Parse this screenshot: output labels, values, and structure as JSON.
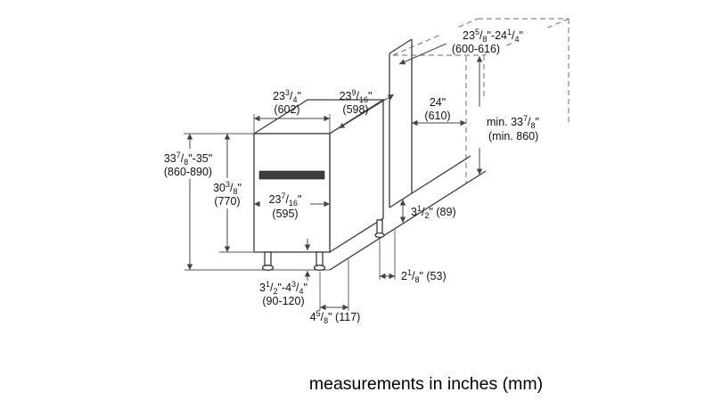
{
  "caption": "measurements in inches (mm)",
  "dims": {
    "counter_depth": {
      "in": "23 5/8\"-24 1/4\"",
      "mm": "(600-616)"
    },
    "width": {
      "in": "23 3/4\"",
      "mm": "(602)"
    },
    "depth": {
      "in": "23 9/16\"",
      "mm": "(598)"
    },
    "opening_width": {
      "in": "24\"",
      "mm": "(610)"
    },
    "opening_height": {
      "in": "min. 33 7/8\"",
      "mm": "(min. 860)"
    },
    "total_height": {
      "in": "33 7/8\"-35\"",
      "mm": "(860-890)"
    },
    "door_height": {
      "in": "30 3/8\"",
      "mm": "(770)"
    },
    "door_width": {
      "in": "23 7/16\"",
      "mm": "(595)"
    },
    "base_rear_height": "3 1/2\" (89)",
    "leg_adjust": {
      "in": "3 1/2\"-4 3/4\"",
      "mm": "(90-120)"
    },
    "rear_foot_offset": "2 1/8\" (53)",
    "front_foot_inset": "4 5/8\" (117)"
  }
}
